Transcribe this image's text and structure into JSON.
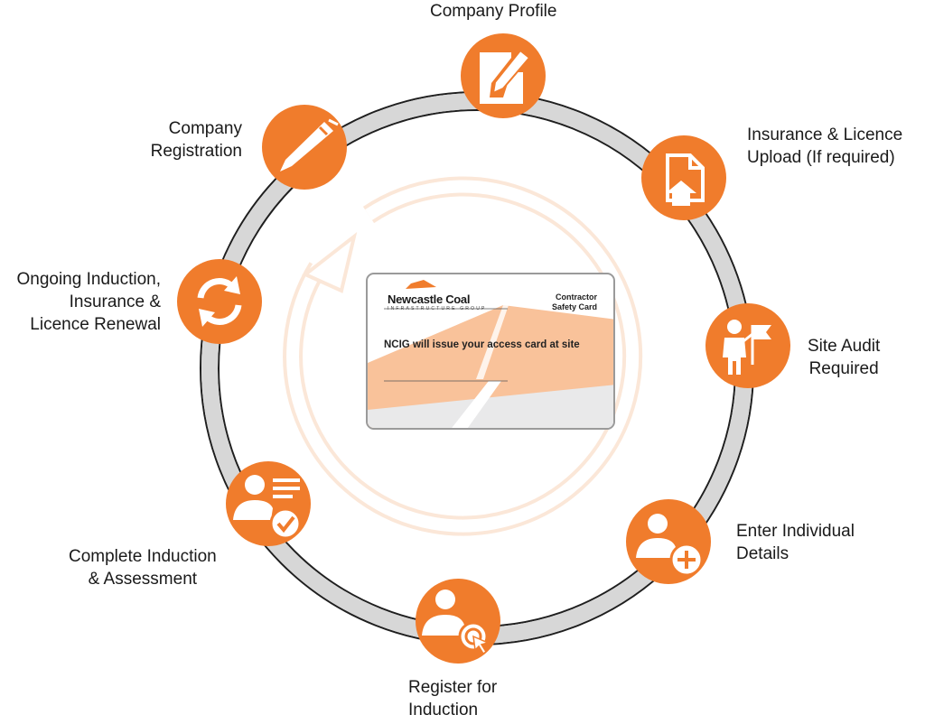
{
  "colors": {
    "accent": "#f07c2c",
    "ring": "#d7d7d7",
    "ring_outline": "#1f1f1f",
    "card_peach": "#f9c29a",
    "faded_arrow": "#fbe7d8"
  },
  "steps": [
    {
      "id": "company-profile",
      "icon": "document-pen-icon",
      "label_lines": [
        "Company Profile"
      ]
    },
    {
      "id": "insurance-licence-upload",
      "icon": "file-upload-icon",
      "label_lines": [
        "Insurance & Licence",
        "Upload (If required)"
      ]
    },
    {
      "id": "site-audit",
      "icon": "person-flag-icon",
      "label_lines": [
        "Site Audit",
        "Required"
      ]
    },
    {
      "id": "enter-individual-details",
      "icon": "user-add-icon",
      "label_lines": [
        "Enter Individual",
        "Details"
      ]
    },
    {
      "id": "register-induction",
      "icon": "user-cursor-icon",
      "label_lines": [
        "Register for",
        "Induction"
      ]
    },
    {
      "id": "complete-induction",
      "icon": "user-checklist-icon",
      "label_lines": [
        "Complete Induction",
        "& Assessment"
      ]
    },
    {
      "id": "ongoing-renewal",
      "icon": "refresh-icon",
      "label_lines": [
        "Ongoing Induction,",
        "Insurance &",
        "Licence Renewal"
      ]
    },
    {
      "id": "company-registration",
      "icon": "pen-icon",
      "label_lines": [
        "Company",
        "Registration"
      ]
    }
  ],
  "card": {
    "logo": "Newcastle Coal",
    "logo_sub": "INFRASTRUCTURE GROUP",
    "type_line1": "Contractor",
    "type_line2": "Safety Card",
    "message": "NCIG will issue your access card at site"
  }
}
